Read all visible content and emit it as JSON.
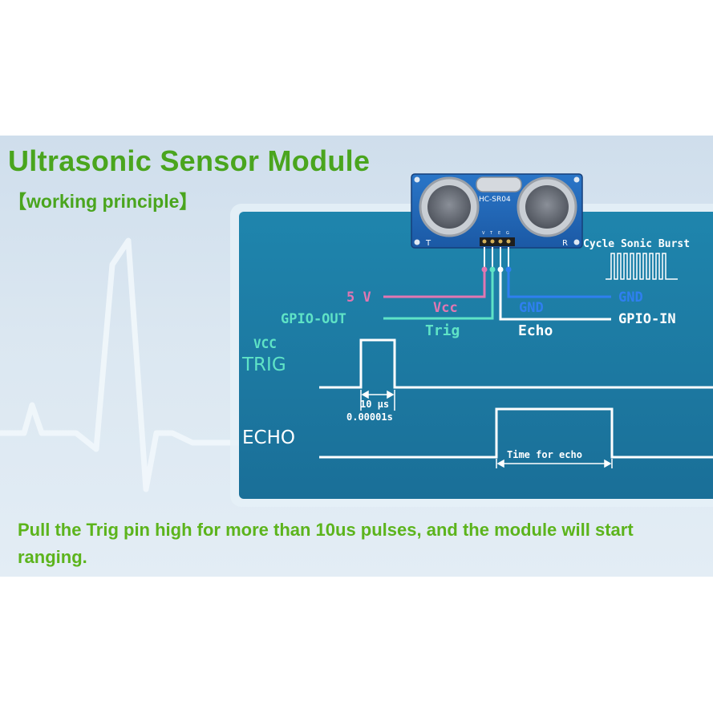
{
  "header": {
    "title": "Ultrasonic Sensor Module",
    "subtitle": "【working principle】"
  },
  "sensor": {
    "model": "HC-SR04",
    "t_label": "T",
    "r_label": "R",
    "burst_label": "Cycle Sonic Burst"
  },
  "wiring": {
    "power_label": "5 V",
    "vcc_label": "Vcc",
    "gpio_out_label": "GPIO-OUT",
    "trig_label": "Trig",
    "echo_label": "Echo",
    "gnd_right_label": "GND",
    "gnd_mid_label": "GND",
    "gpio_in_label": "GPIO-IN"
  },
  "timing": {
    "vcc_label": "VCC",
    "trig_label": "TRIG",
    "echo_label": "ECHO",
    "pulse_width_label": "10 µs",
    "pulse_width_seconds": "0.00001s",
    "echo_time_label": "Time for echo"
  },
  "caption": "Pull the Trig pin high for more than 10us pulses, and the module will start ranging.",
  "colors": {
    "title_green": "#4aa51e",
    "panel_blue": "#1d7ea5",
    "trig_cyan": "#5fe3c6",
    "power_pink": "#e276b2",
    "gnd_blue": "#2f7ff0"
  }
}
